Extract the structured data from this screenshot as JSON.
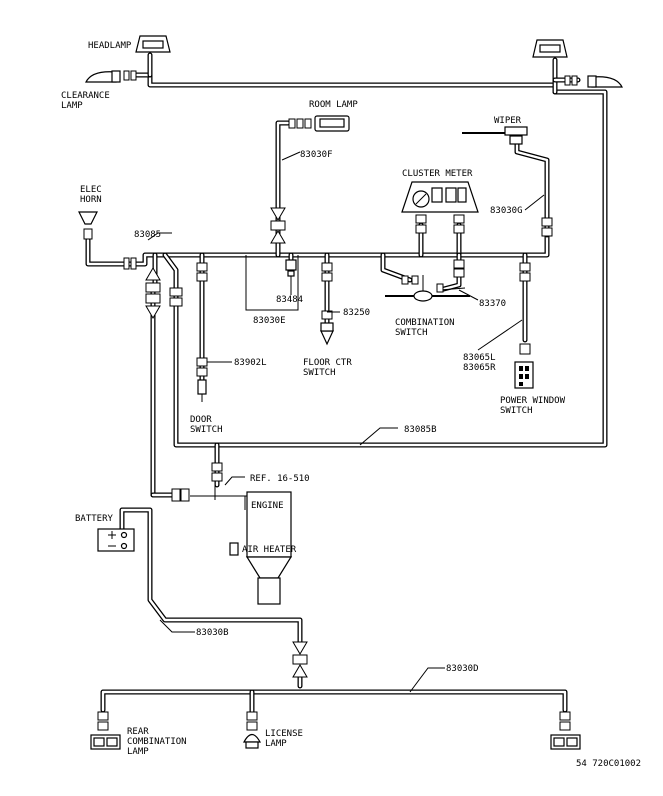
{
  "labels": {
    "headlamp": "HEADLAMP",
    "clearance_lamp_1": "CLEARANCE",
    "clearance_lamp_2": "LAMP",
    "room_lamp": "ROOM LAMP",
    "wiper": "WIPER",
    "harness_83030F": "83030F",
    "cluster_meter": "CLUSTER METER",
    "elec_horn_1": "ELEC",
    "elec_horn_2": "HORN",
    "harness_83085": "83085",
    "harness_83030G": "83030G",
    "part_83484": "83484",
    "harness_83250": "83250",
    "part_83370": "83370",
    "combination_switch_1": "COMBINATION",
    "combination_switch_2": "SWITCH",
    "harness_83030E": "83030E",
    "floor_ctr_switch_1": "FLOOR CTR",
    "floor_ctr_switch_2": "SWITCH",
    "harness_83902L": "83902L",
    "harness_83065L": "83065L",
    "harness_83065R": "83065R",
    "power_window_switch_1": "POWER WINDOW",
    "power_window_switch_2": "SWITCH",
    "door_switch_1": "DOOR",
    "door_switch_2": "SWITCH",
    "harness_83085B": "83085B",
    "ref": "REF. 16-510",
    "engine": "ENGINE",
    "battery": "BATTERY",
    "air_heater": "AIR HEATER",
    "harness_83030B": "83030B",
    "harness_83030D": "83030D",
    "rear_combination_lamp_1": "REAR",
    "rear_combination_lamp_2": "COMBINATION",
    "rear_combination_lamp_3": "LAMP",
    "license_lamp_1": "LICENSE",
    "license_lamp_2": "LAMP",
    "figure_id": "54 720C01002"
  }
}
